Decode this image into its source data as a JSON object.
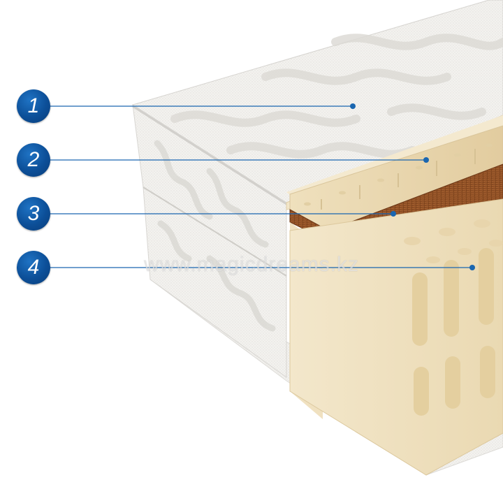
{
  "callouts": [
    {
      "number": "1"
    },
    {
      "number": "2"
    },
    {
      "number": "3"
    },
    {
      "number": "4"
    }
  ],
  "watermark": "www.magicdreams.kz",
  "colors": {
    "badge": "#0c4f98",
    "leader_line": "#1a66b0",
    "fabric": "#f2f1ee",
    "latex": "#f1e3c3",
    "coir": "#8a4a22"
  }
}
